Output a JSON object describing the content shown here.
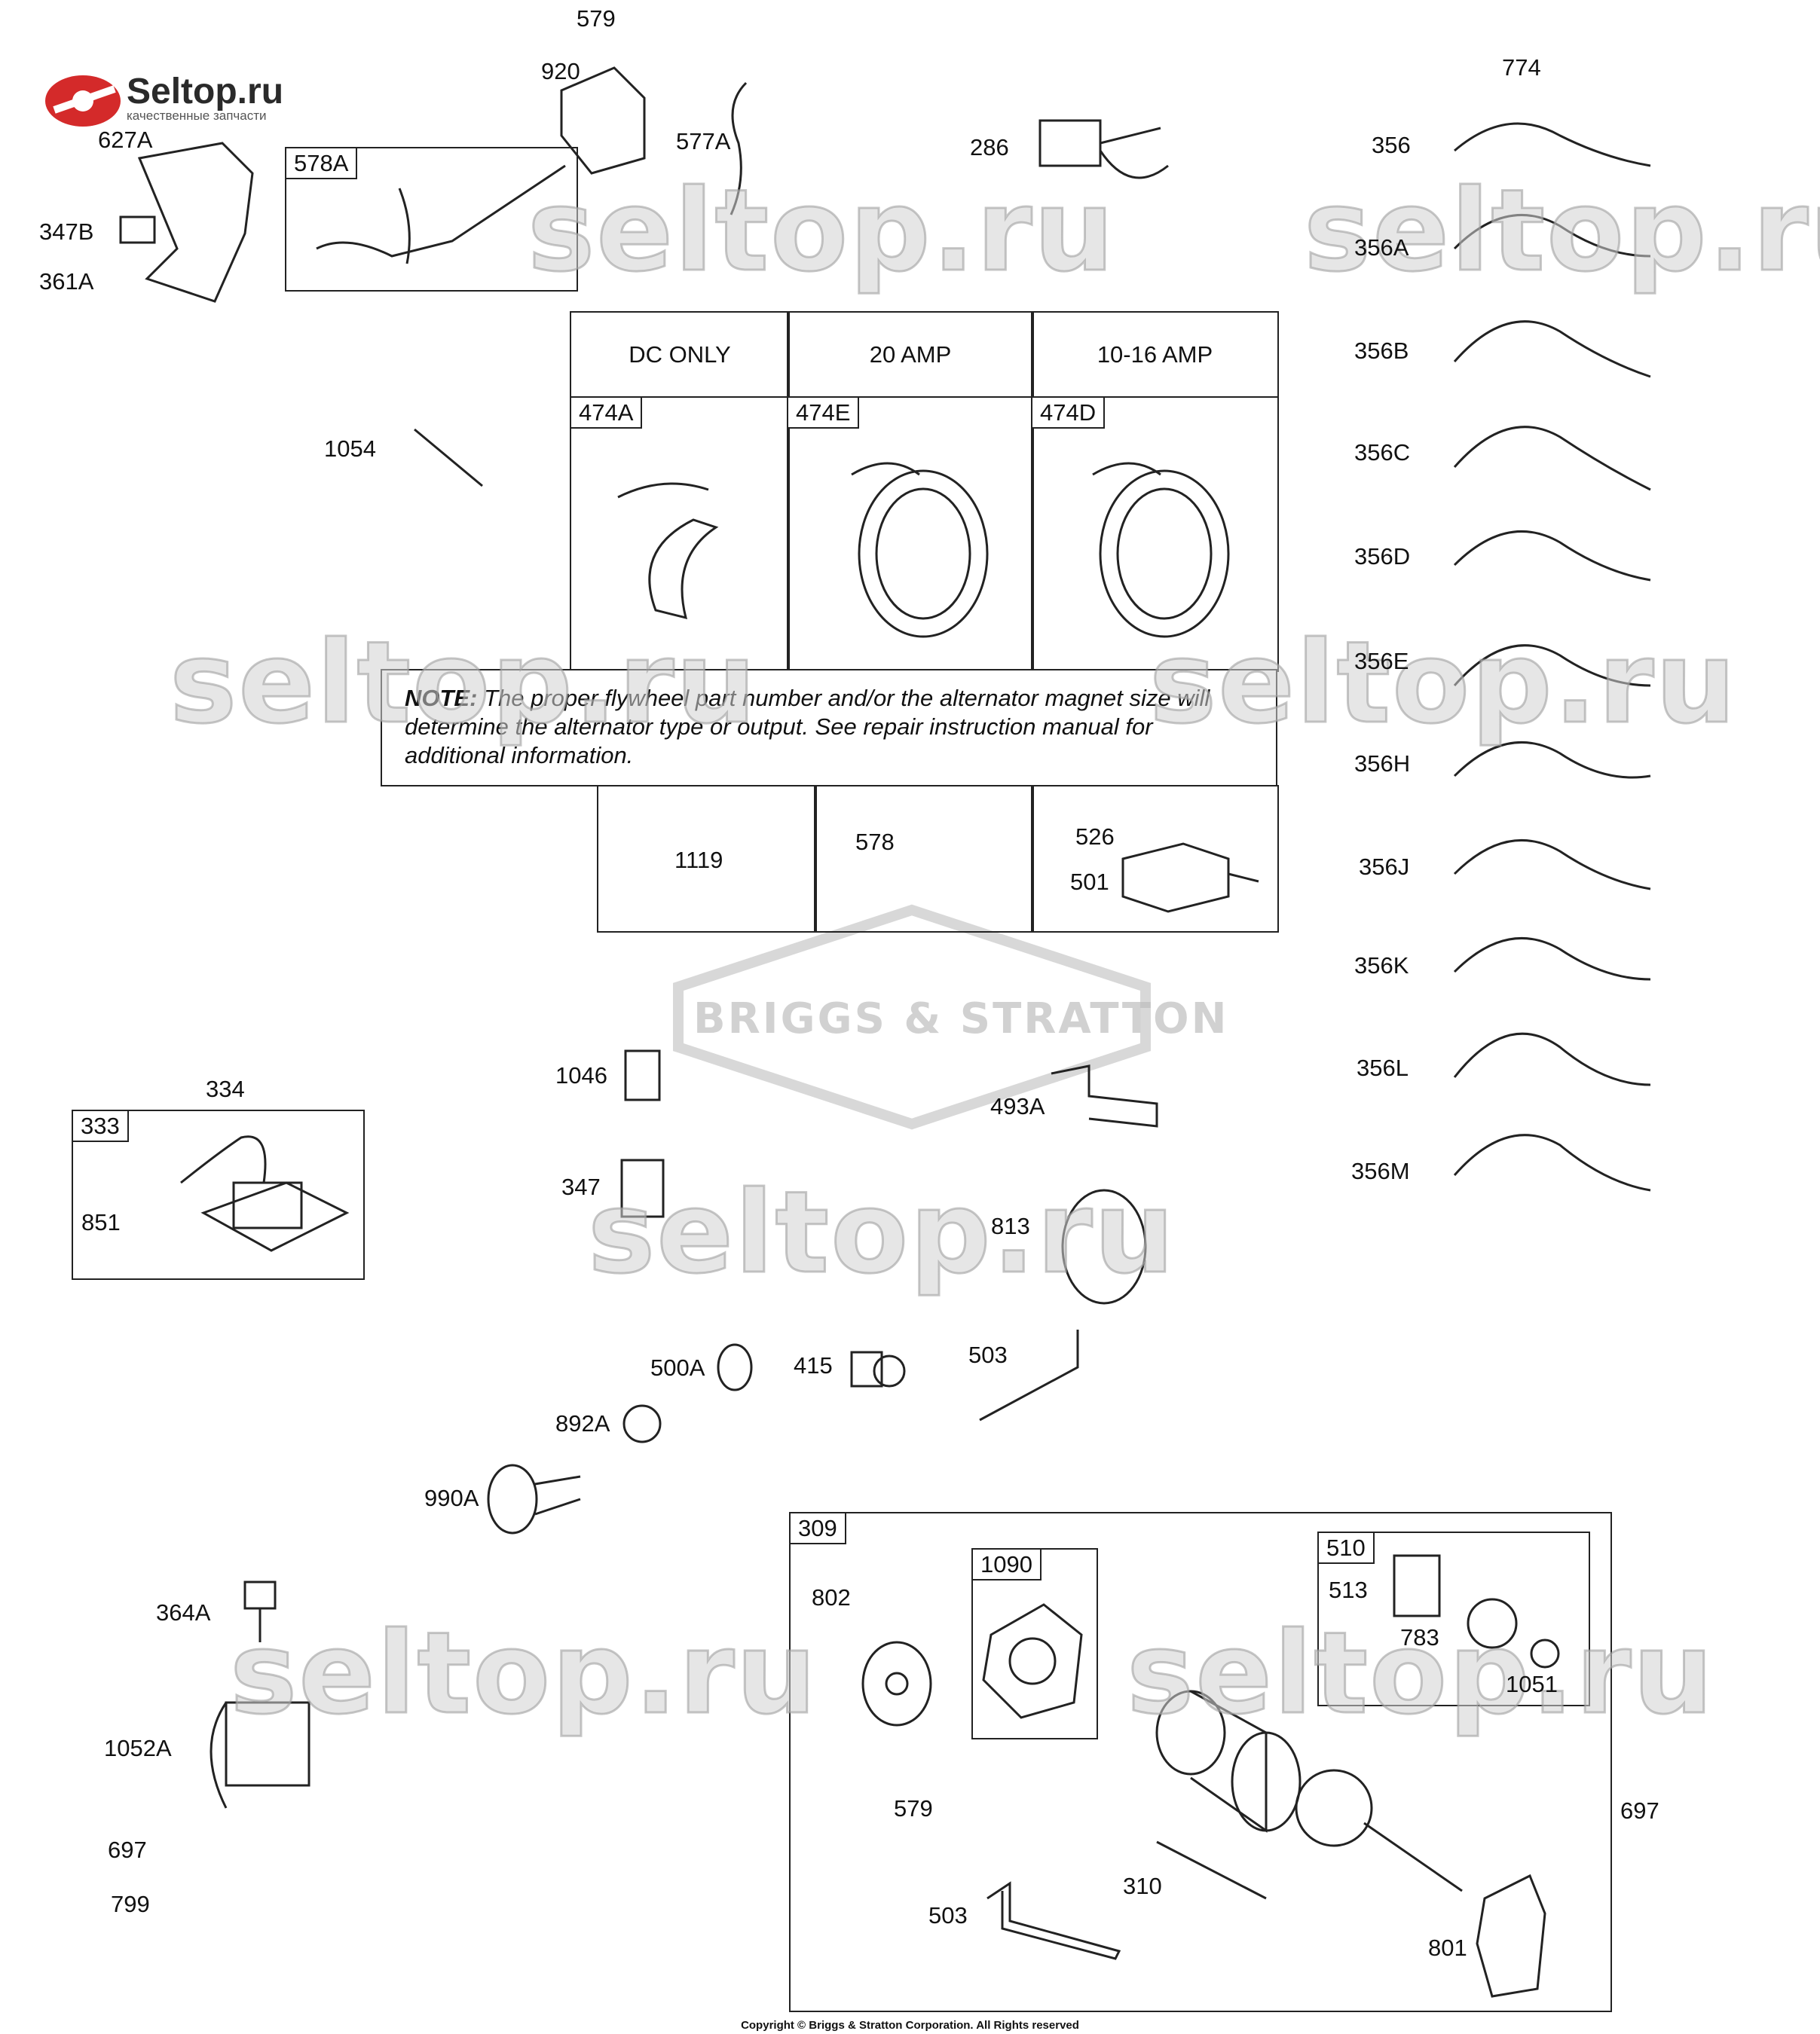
{
  "brand": {
    "logo_text": "Seltop.ru",
    "logo_subtitle": "качественные запчасти",
    "watermark": "seltop.ru",
    "manufacturer_mark": "BRIGGS & STRATTON"
  },
  "alternator_table": {
    "headers": [
      "DC ONLY",
      "20 AMP",
      "10-16 AMP"
    ],
    "tags": [
      "474A",
      "474E",
      "474D"
    ]
  },
  "note": {
    "label": "NOTE:",
    "text": "The proper flywheel part number and/or the alternator magnet size will determine the alternator type or output. See repair instruction manual for additional information."
  },
  "box_tags": {
    "harness": "578A",
    "ignition": "333",
    "starter": "309",
    "brush": "1090",
    "drive": "510"
  },
  "labels": {
    "l579_top": "579",
    "l920": "920",
    "l577A": "577A",
    "l627A": "627A",
    "l347B": "347B",
    "l361A": "361A",
    "l286": "286",
    "l774": "774",
    "l356": "356",
    "l356A": "356A",
    "l356B": "356B",
    "l356C": "356C",
    "l356D": "356D",
    "l356E": "356E",
    "l356H": "356H",
    "l356J": "356J",
    "l356K": "356K",
    "l356L": "356L",
    "l356M": "356M",
    "l1054": "1054",
    "l1119": "1119",
    "l578": "578",
    "l526": "526",
    "l501": "501",
    "l1046": "1046",
    "l493A": "493A",
    "l334": "334",
    "l851": "851",
    "l347": "347",
    "l813": "813",
    "l500A": "500A",
    "l415": "415",
    "l503_top": "503",
    "l892A": "892A",
    "l990A": "990A",
    "l364A": "364A",
    "l1052A": "1052A",
    "l697_left": "697",
    "l799": "799",
    "l802": "802",
    "l513": "513",
    "l783": "783",
    "l1051": "1051",
    "l579_bottom": "579",
    "l310": "310",
    "l503_bottom": "503",
    "l801": "801",
    "l697_right": "697"
  },
  "copyright": "Copyright © Briggs & Stratton Corporation. All Rights reserved"
}
